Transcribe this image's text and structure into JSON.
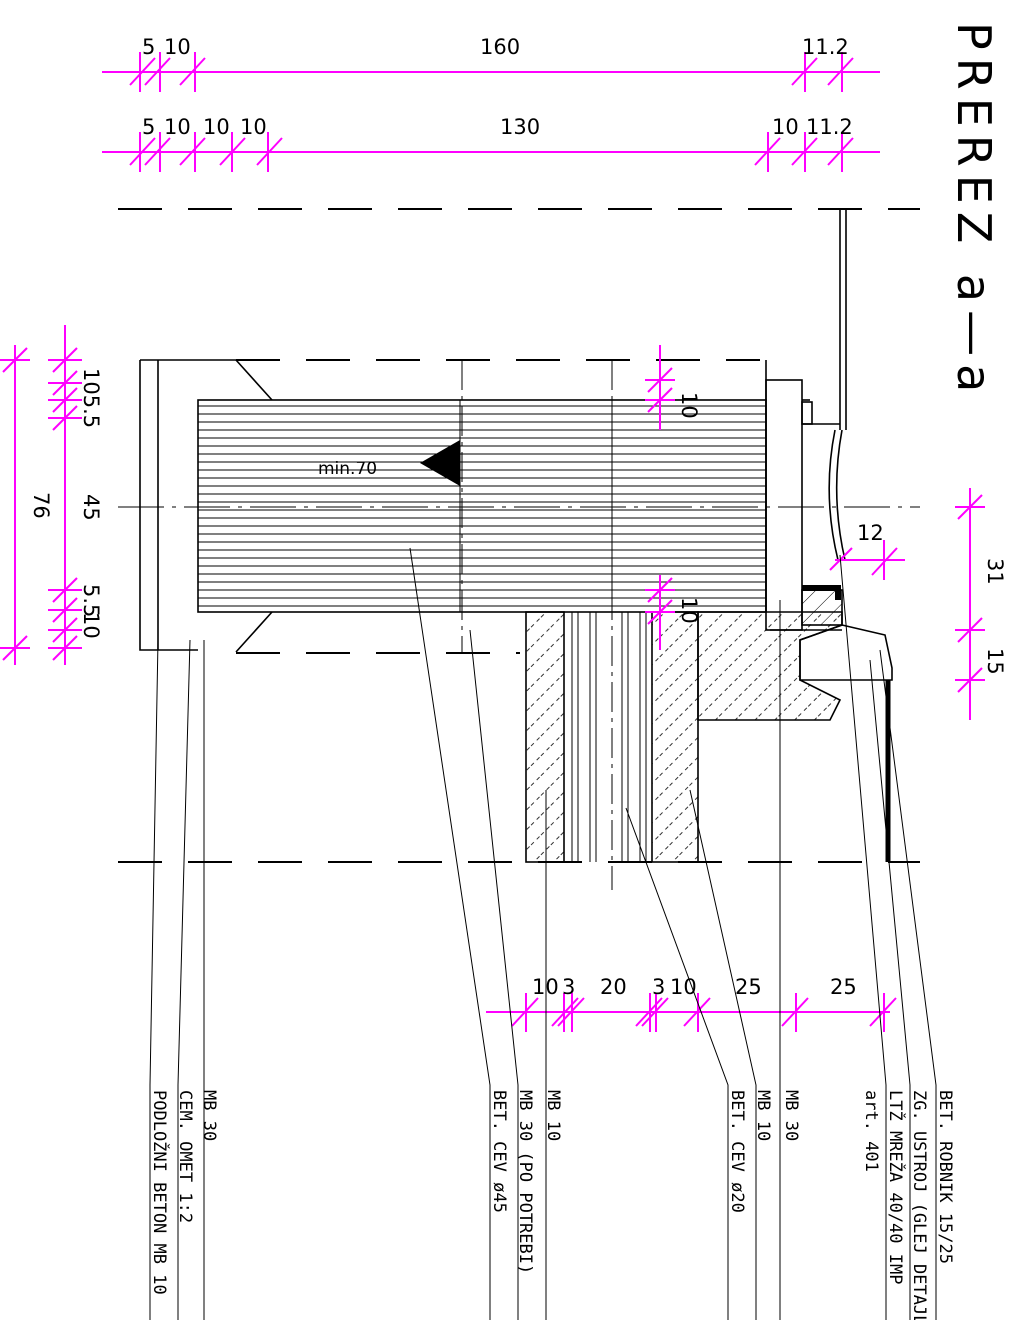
{
  "title": "PREREZ a—a",
  "dimensions": {
    "top_row_1": [
      "5",
      "10",
      "160",
      "11.2"
    ],
    "top_row_2": [
      "5",
      "10",
      "10",
      "10",
      "130",
      "10",
      "11.2"
    ],
    "left_vertical": [
      "105.5",
      "45",
      "5.5",
      "10",
      "76"
    ],
    "right_vertical": [
      "12",
      "31",
      "15"
    ],
    "side_vertical": [
      "10",
      "10"
    ],
    "bottom_row": [
      "10",
      "3",
      "20",
      "3",
      "10",
      "25",
      "25"
    ],
    "slope_note": "min.70"
  },
  "labels": [
    "MB 30",
    "CEM. OMET 1:2",
    "PODLOŽNI BETON MB 10",
    "BET. CEV ø45",
    "MB 30 (PO POTREBI)",
    "MB 10",
    "BET. CEV ø20",
    "MB 10",
    "MB 30",
    "art. 401",
    "LTŽ MREŽA 40/40 IMP",
    "ZG. USTROJ (GLEJ DETAJL)",
    "BET. ROBNIK 15/25"
  ]
}
